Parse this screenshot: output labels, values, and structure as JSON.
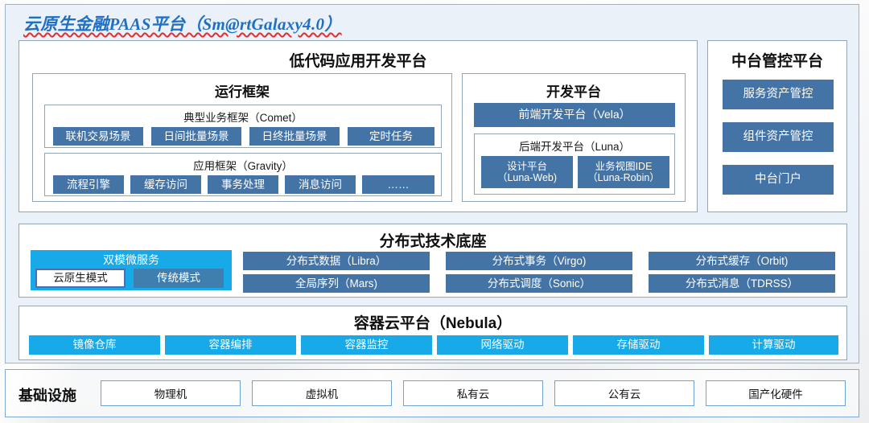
{
  "title": "云原生金融PAAS平台（Sm@rtGalaxy4.0）",
  "colors": {
    "panel_bg": "#eaf1f8",
    "chip_blue": "#4473a6",
    "chip_cyan": "#17a9e8",
    "title_blue": "#1f6fc4",
    "spell_underline": "#e03030"
  },
  "lowcode": {
    "heading": "低代码应用开发平台",
    "runtime": {
      "heading": "运行框架",
      "comet": {
        "heading": "典型业务框架（Comet）",
        "items": [
          {
            "label": "联机交易场景"
          },
          {
            "label": "日间批量场景"
          },
          {
            "label": "日终批量场景"
          },
          {
            "label": "定时任务"
          }
        ]
      },
      "gravity": {
        "heading": "应用框架（Gravity）",
        "items": [
          {
            "label": "流程引擎"
          },
          {
            "label": "缓存访问"
          },
          {
            "label": "事务处理"
          },
          {
            "label": "消息访问"
          },
          {
            "label": "……"
          }
        ]
      }
    },
    "devplatform": {
      "heading": "开发平台",
      "frontend": {
        "label": "前端开发平台（Vela）"
      },
      "backend": {
        "heading": "后端开发平台（Luna）",
        "items": [
          {
            "line1": "设计平台",
            "line2": "（Luna-Web)"
          },
          {
            "line1": "业务视图IDE",
            "line2": "（Luna-Robin）"
          }
        ]
      }
    }
  },
  "midplatform": {
    "heading": "中台管控平台",
    "items": [
      {
        "label": "服务资产管控"
      },
      {
        "label": "组件资产管控"
      },
      {
        "label": "中台门户"
      }
    ]
  },
  "distbase": {
    "heading": "分布式技术底座",
    "dual_mode": {
      "heading": "双模微服务",
      "items": [
        {
          "label": "云原生模式"
        },
        {
          "label": "传统模式"
        }
      ]
    },
    "items": [
      {
        "label": "分布式数据（Libra）"
      },
      {
        "label": "分布式事务（Virgo)"
      },
      {
        "label": "分布式缓存（Orbit)"
      },
      {
        "label": "全局序列（Mars)"
      },
      {
        "label": "分布式调度（Sonic）"
      },
      {
        "label": "分布式消息（TDRSS）"
      }
    ]
  },
  "container_cloud": {
    "heading": "容器云平台（Nebula）",
    "items": [
      {
        "label": "镜像仓库"
      },
      {
        "label": "容器编排"
      },
      {
        "label": "容器监控"
      },
      {
        "label": "网络驱动"
      },
      {
        "label": "存储驱动"
      },
      {
        "label": "计算驱动"
      }
    ]
  },
  "infrastructure": {
    "label": "基础设施",
    "items": [
      {
        "label": "物理机"
      },
      {
        "label": "虚拟机"
      },
      {
        "label": "私有云"
      },
      {
        "label": "公有云"
      },
      {
        "label": "国产化硬件"
      }
    ]
  }
}
